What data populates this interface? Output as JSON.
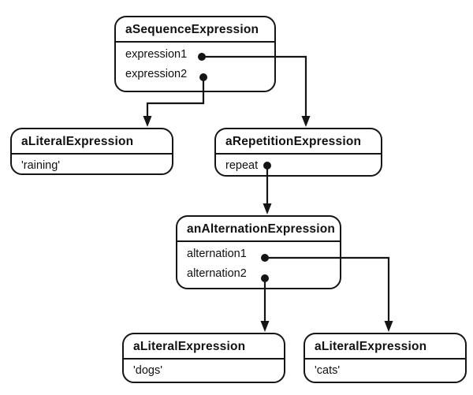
{
  "diagram": {
    "kind": "object-diagram",
    "background_color": "#ffffff",
    "line_color": "#151515",
    "nodes": [
      {
        "id": "sequence",
        "title": "aSequenceExpression",
        "fields": [
          "expression1",
          "expression2"
        ]
      },
      {
        "id": "literal-raining",
        "title": "aLiteralExpression",
        "fields": [
          "'raining'"
        ]
      },
      {
        "id": "repetition",
        "title": "aRepetitionExpression",
        "fields": [
          "repeat"
        ]
      },
      {
        "id": "alternation",
        "title": "anAlternationExpression",
        "fields": [
          "alternation1",
          "alternation2"
        ]
      },
      {
        "id": "literal-dogs",
        "title": "aLiteralExpression",
        "fields": [
          "'dogs'"
        ]
      },
      {
        "id": "literal-cats",
        "title": "aLiteralExpression",
        "fields": [
          "'cats'"
        ]
      }
    ],
    "edges": [
      {
        "from": "sequence.expression1",
        "to": "repetition"
      },
      {
        "from": "sequence.expression2",
        "to": "literal-raining"
      },
      {
        "from": "repetition.repeat",
        "to": "alternation"
      },
      {
        "from": "alternation.alternation1",
        "to": "literal-cats"
      },
      {
        "from": "alternation.alternation2",
        "to": "literal-dogs"
      }
    ]
  }
}
